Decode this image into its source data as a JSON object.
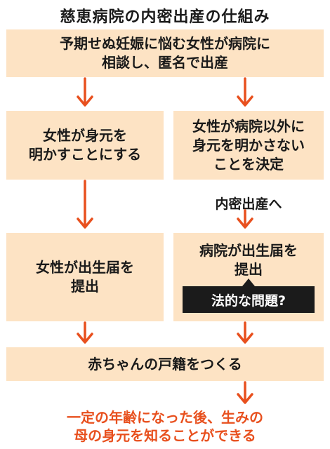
{
  "title": "慈恵病院の内密出産の仕組み",
  "colors": {
    "box": "#fde3c4",
    "arrow": "#e8501e",
    "accent_text": "#e8501e",
    "callout": "#1b1b1b"
  },
  "nodes": {
    "start": "予期せぬ妊娠に悩む女性が病院に\n相談し、匿名で出産",
    "left_disclose": "女性が身元を\n明かすことにする",
    "right_conceal": "女性が病院以外に\n身元を明かさない\nことを決定",
    "to_confidential": "内密出産へ",
    "left_register": "女性が出生届を\n提出",
    "right_register": "病院が出生届を\n提出",
    "legal_issue": "法的な問題?",
    "family_register": "赤ちゃんの戸籍をつくる",
    "result": "一定の年齢になった後、生みの\n母の身元を知ることができる"
  }
}
